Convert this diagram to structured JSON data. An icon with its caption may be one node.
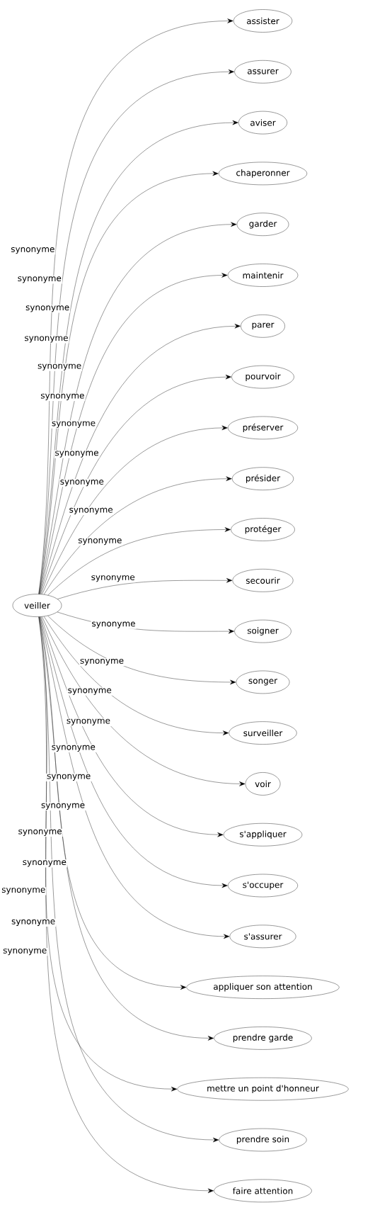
{
  "diagram": {
    "nodes": [
      {
        "text": [
          "veiller"
        ]
      },
      {
        "text": [
          "assister"
        ]
      },
      {
        "text": [
          "assurer"
        ]
      },
      {
        "text": [
          "aviser"
        ]
      },
      {
        "text": [
          "chaperonner"
        ]
      },
      {
        "text": [
          "garder"
        ]
      },
      {
        "text": [
          "maintenir"
        ]
      },
      {
        "text": [
          "parer"
        ]
      },
      {
        "text": [
          "pourvoir"
        ]
      },
      {
        "text": [
          "préserver"
        ]
      },
      {
        "text": [
          "présider"
        ]
      },
      {
        "text": [
          "protéger"
        ]
      },
      {
        "text": [
          "secourir"
        ]
      },
      {
        "text": [
          "soigner"
        ]
      },
      {
        "text": [
          "songer"
        ]
      },
      {
        "text": [
          "surveiller"
        ]
      },
      {
        "text": [
          "voir"
        ]
      },
      {
        "text": [
          "s'appliquer"
        ]
      },
      {
        "text": [
          "s'occuper"
        ]
      },
      {
        "text": [
          "s'assurer"
        ]
      },
      {
        "text": [
          "appliquer son attention"
        ]
      },
      {
        "text": [
          "prendre garde"
        ]
      },
      {
        "text": [
          "mettre un point d'honneur"
        ]
      },
      {
        "text": [
          "prendre soin"
        ]
      },
      {
        "text": [
          "faire attention"
        ]
      }
    ],
    "edges": [
      {
        "from": 0,
        "to": 1,
        "arrow": "to",
        "label": "synonyme"
      },
      {
        "from": 0,
        "to": 2,
        "arrow": "to",
        "label": "synonyme"
      },
      {
        "from": 0,
        "to": 3,
        "arrow": "to",
        "label": "synonyme"
      },
      {
        "from": 0,
        "to": 4,
        "arrow": "to",
        "label": "synonyme"
      },
      {
        "from": 0,
        "to": 5,
        "arrow": "to",
        "label": "synonyme"
      },
      {
        "from": 0,
        "to": 6,
        "arrow": "to",
        "label": "synonyme"
      },
      {
        "from": 0,
        "to": 7,
        "arrow": "to",
        "label": "synonyme"
      },
      {
        "from": 0,
        "to": 8,
        "arrow": "to",
        "label": "synonyme"
      },
      {
        "from": 0,
        "to": 9,
        "arrow": "to",
        "label": "synonyme"
      },
      {
        "from": 0,
        "to": 10,
        "arrow": "to",
        "label": "synonyme"
      },
      {
        "from": 0,
        "to": 11,
        "arrow": "to",
        "label": "synonyme"
      },
      {
        "from": 0,
        "to": 12,
        "arrow": "to",
        "label": "synonyme"
      },
      {
        "from": 0,
        "to": 13,
        "arrow": "to",
        "label": "synonyme"
      },
      {
        "from": 0,
        "to": 14,
        "arrow": "to",
        "label": "synonyme"
      },
      {
        "from": 0,
        "to": 15,
        "arrow": "to",
        "label": "synonyme"
      },
      {
        "from": 0,
        "to": 16,
        "arrow": "to",
        "label": "synonyme"
      },
      {
        "from": 0,
        "to": 17,
        "arrow": "to",
        "label": "synonyme"
      },
      {
        "from": 0,
        "to": 18,
        "arrow": "to",
        "label": "synonyme"
      },
      {
        "from": 0,
        "to": 19,
        "arrow": "to",
        "label": "synonyme"
      },
      {
        "from": 0,
        "to": 20,
        "arrow": "to",
        "label": "synonyme"
      },
      {
        "from": 0,
        "to": 21,
        "arrow": "to",
        "label": "synonyme"
      },
      {
        "from": 0,
        "to": 22,
        "arrow": "to",
        "label": "synonyme"
      },
      {
        "from": 0,
        "to": 23,
        "arrow": "to",
        "label": "synonyme"
      },
      {
        "from": 0,
        "to": 24,
        "arrow": "to",
        "label": "synonyme"
      }
    ]
  }
}
